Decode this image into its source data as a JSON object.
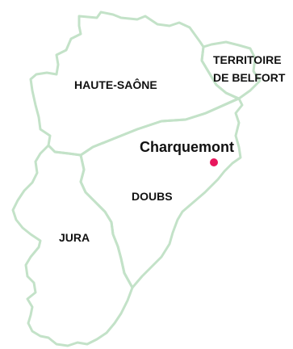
{
  "map": {
    "regions": [
      {
        "id": "haute-saone",
        "label": "HAUTE-SAÔNE"
      },
      {
        "id": "territoire-de-belfort",
        "label_line1": "TERRITOIRE",
        "label_line2": "DE BELFORT"
      },
      {
        "id": "doubs",
        "label": "DOUBS"
      },
      {
        "id": "jura",
        "label": "JURA"
      }
    ],
    "town": {
      "name": "Charquemont"
    },
    "colors": {
      "border": "#c3e2c8",
      "marker": "#e8175d",
      "text": "#111111",
      "background": "#ffffff"
    }
  }
}
